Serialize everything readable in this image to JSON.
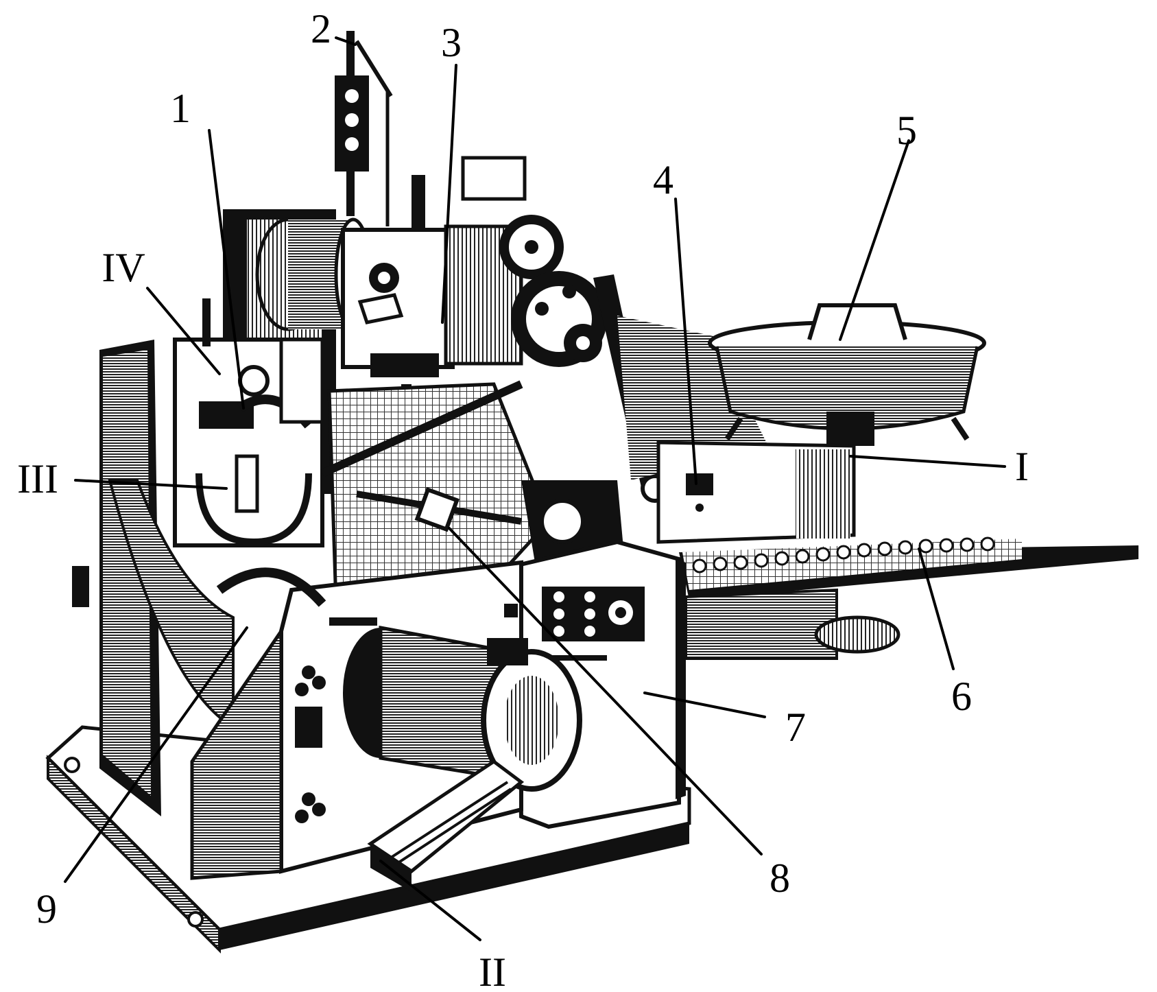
{
  "callouts": {
    "c1": "1",
    "c2": "2",
    "c3": "3",
    "c4": "4",
    "c5": "5",
    "c6": "6",
    "c7": "7",
    "c8": "8",
    "c9": "9",
    "cI": "I",
    "cII": "II",
    "cIII": "III",
    "cIV": "IV"
  },
  "colors": {
    "ink": "#111111",
    "paper": "#ffffff"
  }
}
